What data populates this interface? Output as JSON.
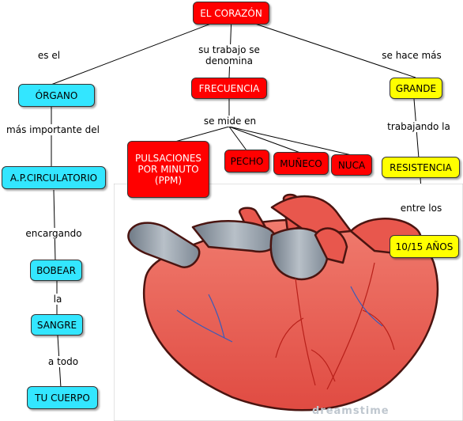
{
  "colors": {
    "red": "#ff0000",
    "cyan": "#33e6ff",
    "yellow": "#ffff00",
    "heart": "#e8574d",
    "vessel_gray": "#8f9aa6"
  },
  "nodes": {
    "corazon": "EL CORAZÓN",
    "organo": "ÓRGANO",
    "circulatorio": "A.P.CIRCULATORIO",
    "bobear": "BOBEAR",
    "sangre": "SANGRE",
    "tu_cuerpo": "TU CUERPO",
    "frecuencia": "FRECUENCIA",
    "pulsaciones": "PULSACIONES POR MINUTO (PPM)",
    "pecho": "PECHO",
    "muneco": "MUÑECO",
    "nuca": "NUCA",
    "grande": "GRANDE",
    "resistencia": "RESISTENCIA",
    "anos": "10/15 AÑOS"
  },
  "links": {
    "es_el": "es el",
    "su_trabajo": "su trabajo se denomina",
    "hace_mas": "se hace más",
    "mas_importante": "más importante del",
    "encargando": "encargando",
    "la": "la",
    "a_todo": "a todo",
    "se_mide_en": "se mide en",
    "trabajando": "trabajando la",
    "entre_los": "entre los"
  },
  "image": {
    "subject": "heart illustration",
    "watermark": "dreamstime"
  }
}
